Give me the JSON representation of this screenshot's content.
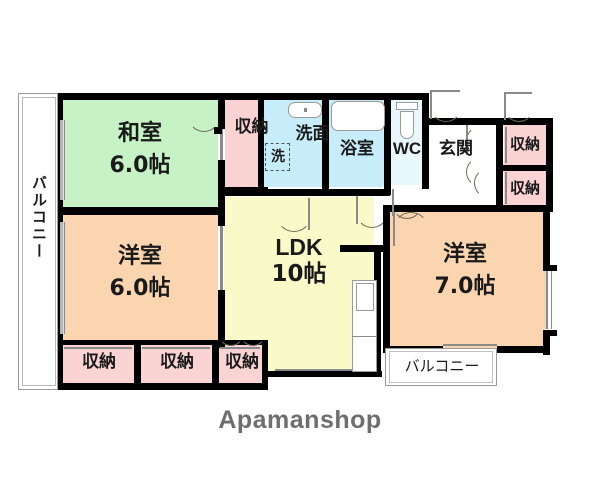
{
  "document": {
    "type": "floor-plan",
    "watermark": "Apamanshop"
  },
  "palette": {
    "wall": "#000000",
    "washitsu_green": "#c6f2c6",
    "youshitsu_orange": "#fad5b0",
    "ldk_yellow": "#fafac8",
    "closet_pink": "#fbd3d3",
    "water_blue": "#c8edfa",
    "white": "#ffffff",
    "thin_gray": "#8a8a8a",
    "watermark_gray": "#6e6e6e"
  },
  "rooms": {
    "washitsu": {
      "name": "和室",
      "size": "6.0帖"
    },
    "youshitsu_left": {
      "name": "洋室",
      "size": "6.0帖"
    },
    "youshitsu_right": {
      "name": "洋室",
      "size": "7.0帖"
    },
    "ldk": {
      "name": "LDK",
      "size": "10帖"
    },
    "senmen": {
      "name": "洗面"
    },
    "sentaku": {
      "name": "洗"
    },
    "yokushitsu": {
      "name": "浴室"
    },
    "wc": {
      "name": "WC"
    },
    "genkan": {
      "name": "玄関"
    }
  },
  "closets": [
    {
      "id": "closet-top-middle",
      "label": "収納"
    },
    {
      "id": "closet-right-upper",
      "label": "収納"
    },
    {
      "id": "closet-right-lower",
      "label": "収納"
    },
    {
      "id": "closet-bottom-1",
      "label": "収納"
    },
    {
      "id": "closet-bottom-2",
      "label": "収納"
    },
    {
      "id": "closet-bottom-3",
      "label": "収納"
    }
  ],
  "balconies": [
    {
      "id": "balcony-left",
      "label": "バルコニー",
      "orientation": "vertical"
    },
    {
      "id": "balcony-bottom-right",
      "label": "バルコニー",
      "orientation": "horizontal"
    }
  ]
}
